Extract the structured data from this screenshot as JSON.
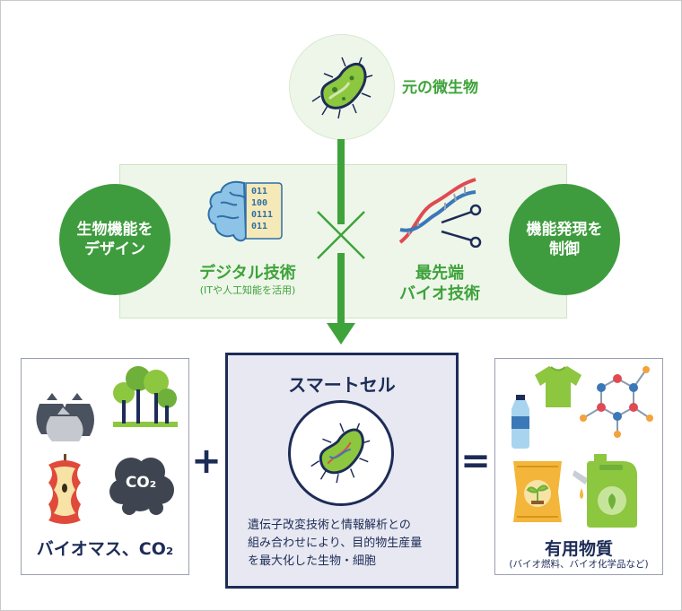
{
  "top": {
    "label": "元の微生物"
  },
  "left_circle": {
    "line1": "生物機能を",
    "line2": "デザイン"
  },
  "right_circle": {
    "line1": "機能発現を",
    "line2": "制御"
  },
  "digital": {
    "title": "デジタル技術",
    "sub": "(ITや人工知能を活用)"
  },
  "bio": {
    "line1": "最先端",
    "line2": "バイオ技術"
  },
  "inputs": {
    "label": "バイオマス、CO₂",
    "co2_icon_text": "CO₂"
  },
  "smartcell": {
    "title": "スマートセル",
    "desc_line1": "遺伝子改変技術と情報解析との",
    "desc_line2": "組み合わせにより、目的物生産量",
    "desc_line3": "を最大化した生物・細胞"
  },
  "outputs": {
    "label": "有用物質",
    "sub": "(バイオ燃料、バイオ化学品など)"
  },
  "operators": {
    "plus": "+",
    "equals": "="
  },
  "colors": {
    "green": "#3ea33a",
    "navy": "#1d2c57",
    "light_green_bg": "#eef6e9",
    "smartcell_bg": "#e7e8f1"
  }
}
